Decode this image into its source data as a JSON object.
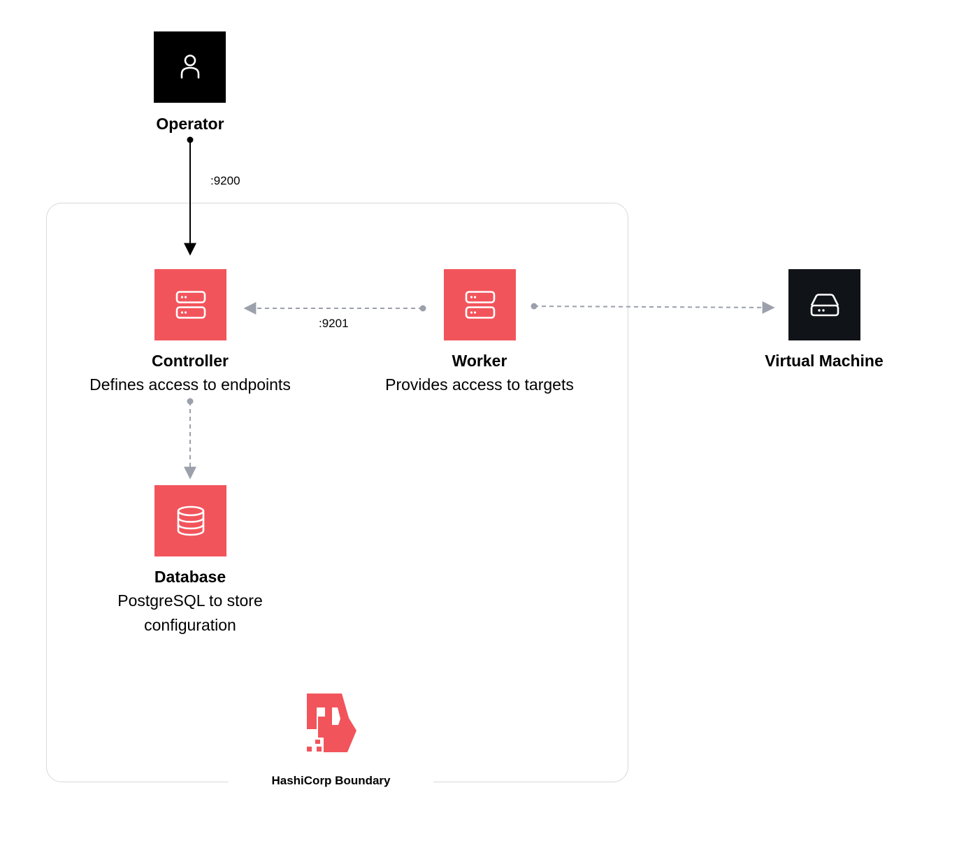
{
  "colors": {
    "accent": "#f2545b",
    "dark": "#000000",
    "dark_node": "#101318",
    "connector_gray": "#9ba0ab",
    "boundary_border": "#d9d9de"
  },
  "nodes": {
    "operator": {
      "title": "Operator",
      "icon": "user-icon"
    },
    "controller": {
      "title": "Controller",
      "description": "Defines access to endpoints",
      "icon": "server-icon"
    },
    "worker": {
      "title": "Worker",
      "description": "Provides access to targets",
      "icon": "server-icon"
    },
    "virtual_machine": {
      "title": "Virtual Machine",
      "icon": "drive-icon"
    },
    "database": {
      "title": "Database",
      "description_line1": "PostgreSQL to store",
      "description_line2": "configuration",
      "icon": "database-icon"
    }
  },
  "edges": {
    "operator_to_controller": {
      "label": ":9200"
    },
    "worker_to_controller": {
      "label": ":9201"
    }
  },
  "boundary": {
    "label": "HashiCorp Boundary",
    "logo": "boundary-logo"
  }
}
